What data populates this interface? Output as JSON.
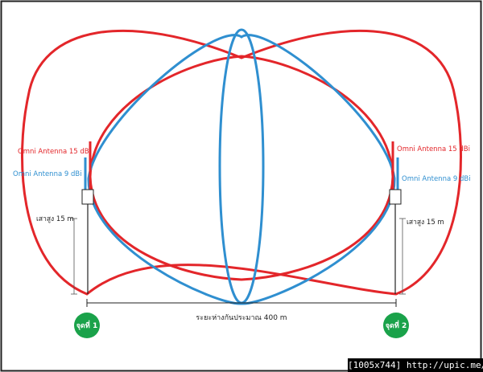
{
  "colors": {
    "red": "#e3262a",
    "blue": "#2f8fd0",
    "green": "#1aa24a",
    "frame": "#222222"
  },
  "left_site": {
    "antenna_15": "Omni Antenna 15 dBi",
    "antenna_9": "Omni Antenna 9 dBi",
    "mast_height": "เสาสูง 15 m",
    "point_label": "จุดที่ 1"
  },
  "right_site": {
    "antenna_15": "Omni Antenna 15 dBi",
    "antenna_9": "Omni Antenna 9 dBi",
    "mast_height": "เสาสูง 15 m",
    "point_label": "จุดที่ 2"
  },
  "distance_label": "ระยะห่างกันประมาณ 400 m",
  "watermark": "[1005x744] http://upic.me/"
}
